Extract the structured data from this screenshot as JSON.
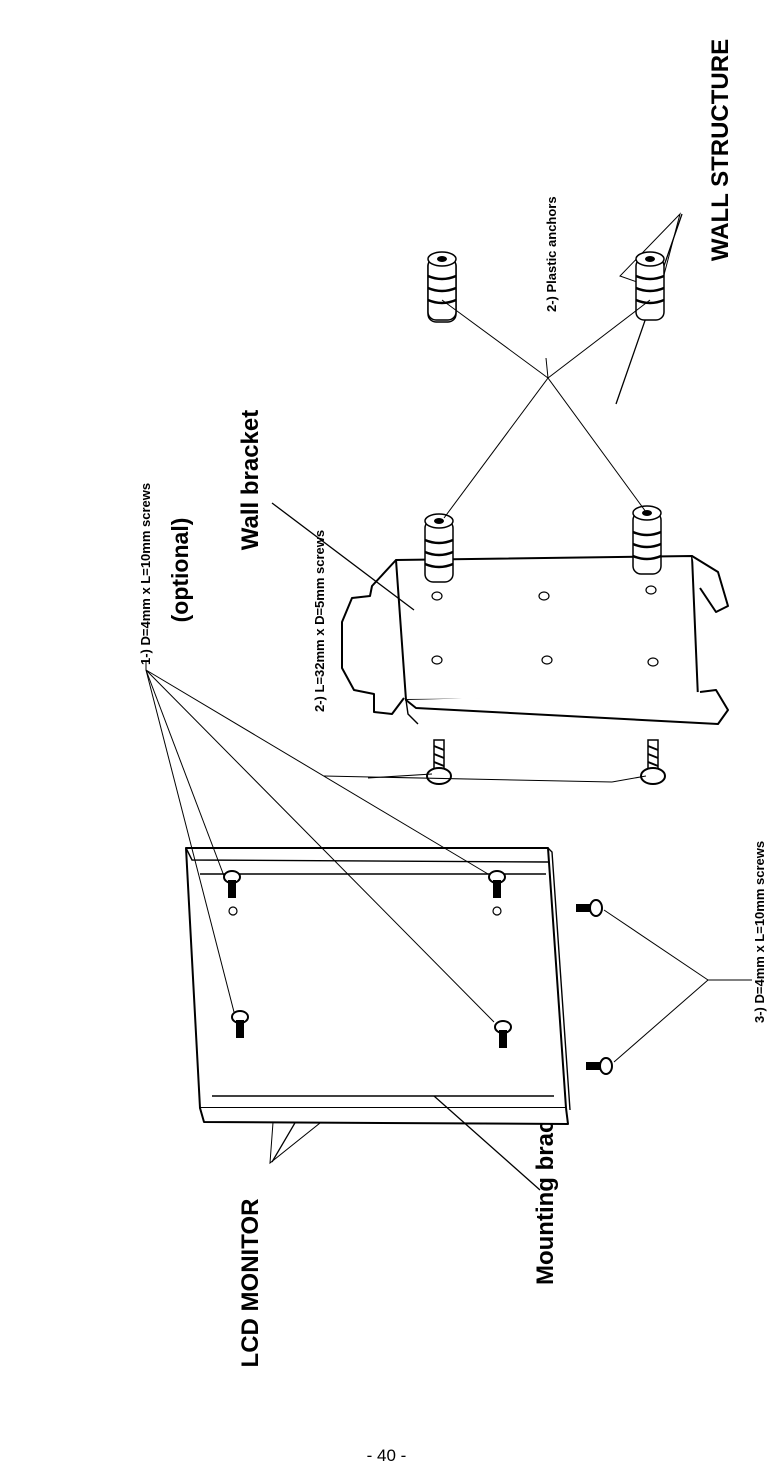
{
  "labels": {
    "optional": "(optional)",
    "screws_1": "1-) D=4mm x L=10mm screws",
    "screws_2": "2-) L=32mm x D=5mm screws",
    "anchors": "2-) Plastic anchors",
    "screws_3": "3-) D=4mm x L=10mm screws",
    "wall_bracket": "Wall bracket",
    "wall_structure": "WALL STRUCTURE",
    "mounting_bracket": "Mounting bracket",
    "lcd_monitor": "LCD MONITOR"
  },
  "page_number": "- 40 -"
}
